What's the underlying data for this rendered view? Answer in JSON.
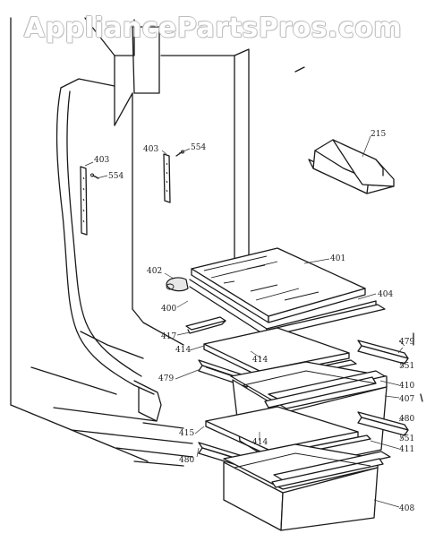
{
  "watermark": "AppliancePartsPros.com",
  "callouts": {
    "c403a": "403",
    "c554a": "554",
    "c403b": "403",
    "c554b": "554",
    "c215": "215",
    "c401": "401",
    "c402": "402",
    "c400": "400",
    "c404": "404",
    "c417": "417",
    "c414a": "414",
    "c479a": "479",
    "c414b": "414",
    "c551a": "551",
    "c479b": "479",
    "c410": "410",
    "c407": "407",
    "c480a": "480",
    "c415": "415",
    "c414c": "414",
    "c551b": "551",
    "c480b": "480",
    "c411": "411",
    "c408": "408"
  }
}
